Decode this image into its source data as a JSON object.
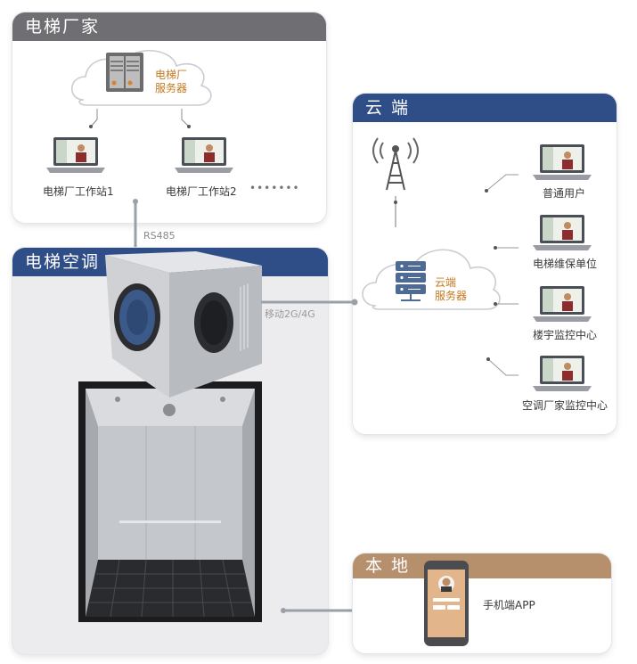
{
  "panels": {
    "manufacturer": {
      "title": "电梯厂家",
      "server_label": [
        "电梯厂",
        "服务器"
      ],
      "workstation_1": "电梯厂工作站1",
      "workstation_2": "电梯厂工作站2",
      "ellipsis": "•••••••"
    },
    "cloud": {
      "title": "云  端",
      "server_label": [
        "云端",
        "服务器"
      ],
      "clients": [
        "普通用户",
        "电梯维保单位",
        "楼宇监控中心",
        "空调厂家监控中心"
      ]
    },
    "elevator_ac": {
      "title": "电梯空调"
    },
    "local": {
      "title": "本  地",
      "app_label": "手机端APP"
    }
  },
  "links": {
    "rs485": "RS485",
    "mobile": "移动2G/4G"
  },
  "colors": {
    "header_gray": "#6f6f73",
    "header_blue": "#2f4d86",
    "header_brown": "#b68f6d",
    "server_text": "#c4781e"
  },
  "icons": [
    "server-rack-icon",
    "laptop-icon",
    "antenna-icon",
    "server-stack-icon",
    "phone-icon",
    "cloud-icon"
  ]
}
